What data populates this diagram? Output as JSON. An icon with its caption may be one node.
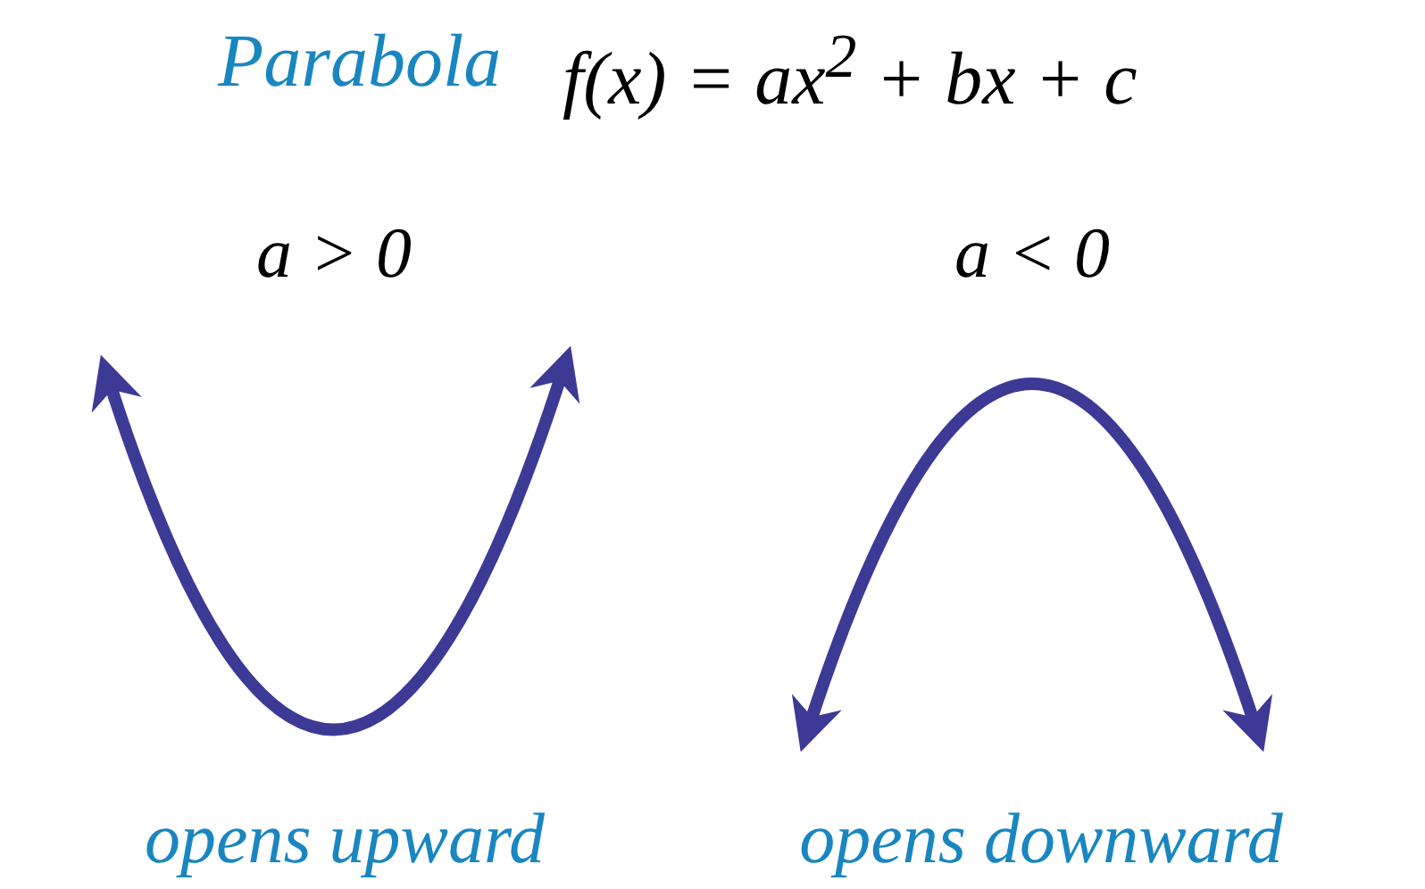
{
  "diagram": {
    "title": "Parabola",
    "labels": [
      "f(x) = ax$^{2}$ + bx + c",
      "a > 0",
      "a < 0",
      "opens upward",
      "opens downward"
    ]
  }
}
